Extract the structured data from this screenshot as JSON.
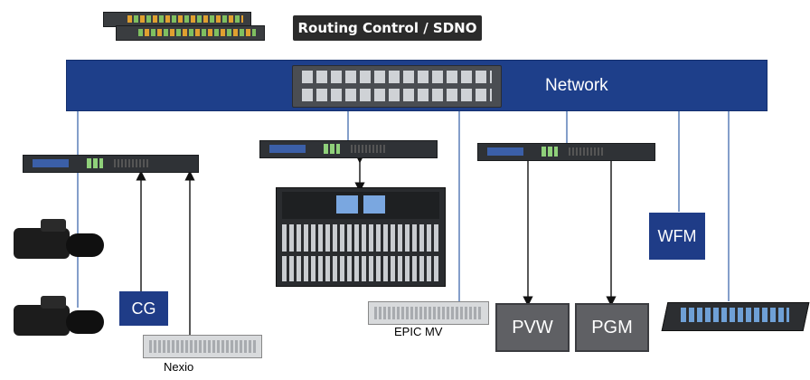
{
  "routing_label": "Routing Control / SDNO",
  "network_label": "Network",
  "boxes": {
    "cg": "CG",
    "wfm": "WFM",
    "pvw": "PVW",
    "pgm": "PGM"
  },
  "captions": {
    "nexio": "Nexio",
    "epic_mv": "EPIC MV"
  },
  "colors": {
    "network_blue": "#1e3f8a",
    "label_blue": "#1f3c87",
    "monitor_grey": "#5f6064",
    "device_dark": "#2f3236"
  }
}
